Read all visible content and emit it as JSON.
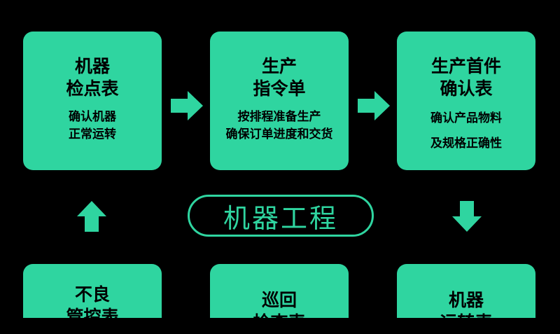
{
  "colors": {
    "card": "#2fd5a0",
    "arrow": "#2fd5a0",
    "text": "#000000",
    "background": "#000000",
    "center_text": "#2fd5a0"
  },
  "center": {
    "label": "机器工程"
  },
  "top_row": [
    {
      "title": "机器\n检点表",
      "desc": "确认机器\n正常运转"
    },
    {
      "title": "生产\n指令单",
      "desc": "按排程准备生产\n确保订单进度和交货"
    },
    {
      "title": "生产首件\n确认表",
      "desc": "确认产品物料\n及规格正确性"
    }
  ],
  "bottom_row": [
    {
      "title": "不良\n管控表"
    },
    {
      "title": "巡回\n检查表"
    },
    {
      "title": "机器\n运转表"
    }
  ],
  "icons": {
    "right_arrow": "arrow-right-icon",
    "up_arrow": "arrow-up-icon",
    "down_arrow": "arrow-down-icon"
  }
}
